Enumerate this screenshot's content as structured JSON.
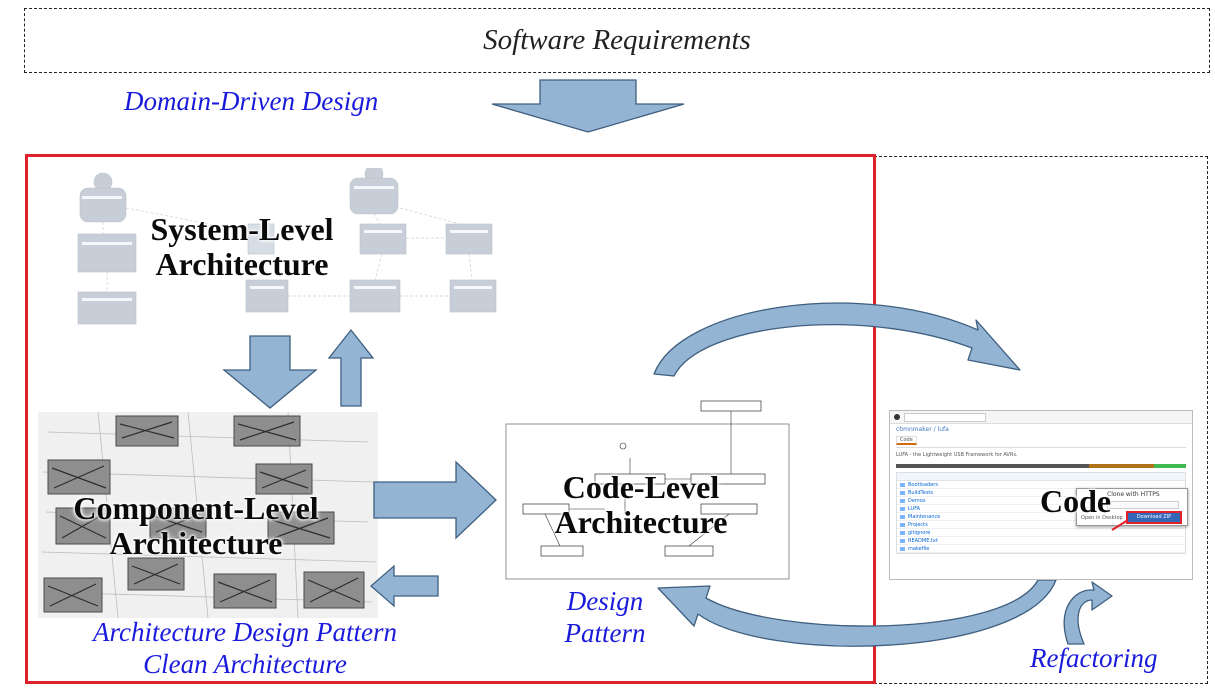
{
  "requirements": {
    "label": "Software Requirements"
  },
  "labels": {
    "domain_driven": "Domain-Driven Design",
    "arch_pattern": "Architecture Design Pattern",
    "clean_arch": "Clean Architecture",
    "design_pattern_line1": "Design",
    "design_pattern_line2": "Pattern",
    "refactoring": "Refactoring"
  },
  "levels": {
    "system_line1": "System-Level",
    "system_line2": "Architecture",
    "component_line1": "Component-Level",
    "component_line2": "Architecture",
    "code_line1": "Code-Level",
    "code_line2": "Architecture",
    "code": "Code"
  },
  "github_thumb": {
    "repo": "cbmnmaker / lufa",
    "description": "LUFA - the Lightweight USB Framework for AVRs.",
    "tab_code": "Code",
    "clone_title": "Clone with HTTPS",
    "download_zip": "Download ZIP",
    "open_desktop": "Open in Desktop",
    "files": [
      "Bootloaders",
      "BuildTests",
      "Demos",
      "LUFA",
      "Maintenance",
      "Projects",
      "gitignore",
      "README.txt",
      "makefile"
    ]
  },
  "colors": {
    "arrow_fill": "#94b4d4",
    "arrow_stroke": "#3f5f7f",
    "frame_red": "#e0202a",
    "label_blue": "#1a1adb"
  }
}
